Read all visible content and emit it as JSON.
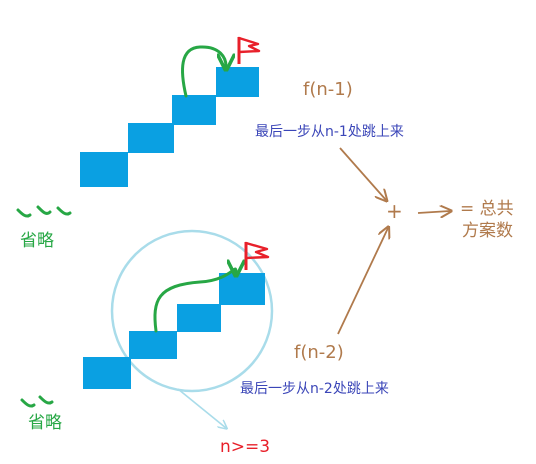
{
  "top_formula": "f(n-1)",
  "top_caption": "最后一步从n-1处跳上来",
  "bottom_formula": "f(n-2)",
  "bottom_caption": "最后一步从n-2处跳上来",
  "plus": "+",
  "result_line1": "= 总共",
  "result_line2": "方案数",
  "ellipsis_label_top": "省略",
  "ellipsis_label_bottom": "省略",
  "condition": "n>=3",
  "colors": {
    "step": "#0aa0e2",
    "arrow_green": "#27a745",
    "flag_red": "#e8202a",
    "brown": "#b07a4c",
    "blue_text": "#3b46b8",
    "circle": "#a9dcea",
    "condition_red": "#e8202a"
  },
  "icons": [
    "flag-icon",
    "arrow-icon"
  ]
}
